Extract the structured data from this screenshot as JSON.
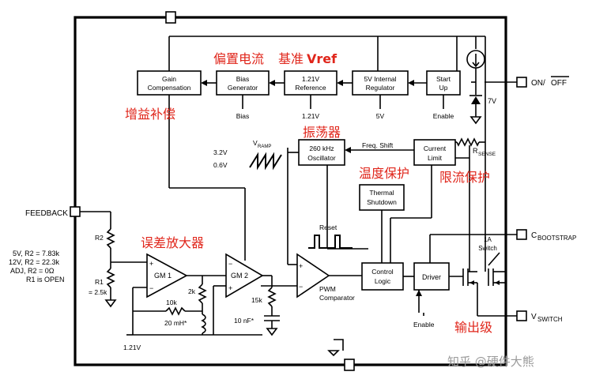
{
  "annotations_cn": {
    "bias_current": "偏置电流",
    "vref": "基准",
    "vref_bold": "Vref",
    "gain_compensation": "增益补偿",
    "oscillator": "振荡器",
    "thermal_protection": "温度保护",
    "current_limit": "限流保护",
    "error_amp": "误差放大器",
    "output_stage": "输出级"
  },
  "blocks": {
    "gain_comp_1": "Gain",
    "gain_comp_2": "Compensation",
    "bias_gen_1": "Bias",
    "bias_gen_2": "Generator",
    "ref_1": "1.21V",
    "ref_2": "Reference",
    "reg_1": "5V Internal",
    "reg_2": "Regulator",
    "startup_1": "Start",
    "startup_2": "Up",
    "osc_1": "260 kHz",
    "osc_2": "Oscillator",
    "climit_1": "Current",
    "climit_2": "Limit",
    "thermal_1": "Thermal",
    "thermal_2": "Shutdown",
    "control_1": "Control",
    "control_2": "Logic",
    "driver": "Driver",
    "gm1": "GM 1",
    "gm2": "GM 2"
  },
  "labels": {
    "bias_out": "Bias",
    "ref_out": "1.21V",
    "reg_out": "5V",
    "startup_enable": "Enable",
    "zener": "7V",
    "freq_shift": "Freq. Shift",
    "rsense": "R",
    "rsense_sub": "SENSE",
    "vramp": "V",
    "vramp_sub": "RAMP",
    "ramp_hi": "3.2V",
    "ramp_lo": "0.6V",
    "reset": "Reset",
    "pwm1": "PWM",
    "pwm2": "Comparator",
    "r2": "R2",
    "r1": "R1",
    "r1_val": "= 2.5k",
    "r10k": "10k",
    "r2k": "2k",
    "l20mh": "20 mH*",
    "r15k": "15k",
    "c10nf": "10 nF*",
    "vbottom": "1.21V",
    "driver_enable": "Enable",
    "switch1": "1A",
    "switch2": "Switch",
    "plus": "+",
    "minus": "−"
  },
  "pins": {
    "onoff": "ON/",
    "onoff_bar": "OFF",
    "feedback": "FEEDBACK",
    "cboot": "C",
    "cboot_sub": "BOOTSTRAP",
    "vswitch": "V",
    "vswitch_sub": "SWITCH"
  },
  "r2_table": [
    "5V, R2 = 7.83k",
    "12V, R2 = 22.3k",
    "ADJ, R2 = 0Ω",
    "R1 is OPEN"
  ],
  "watermark": "知乎 @硬件大熊"
}
